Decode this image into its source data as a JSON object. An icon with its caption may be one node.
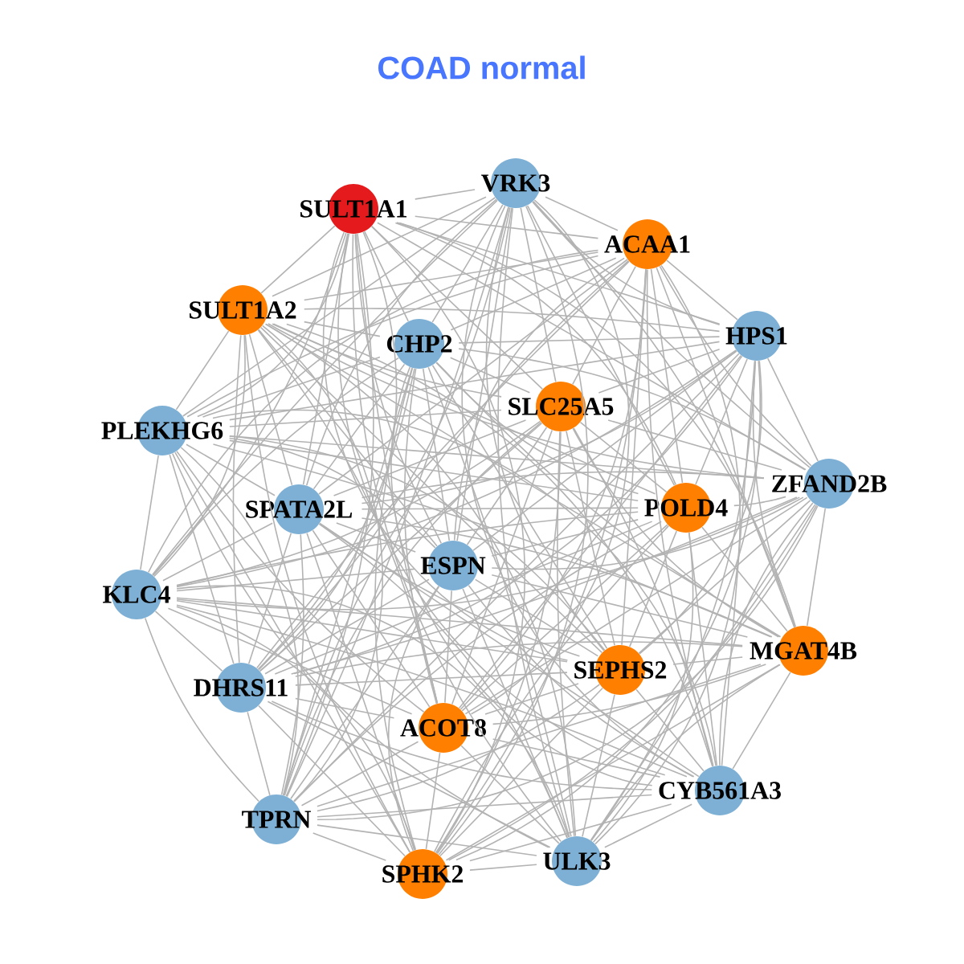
{
  "diagram": {
    "title": "COAD normal",
    "nodes": [
      {
        "text": [
          "VRK3"
        ]
      },
      {
        "text": [
          "SULT1A1"
        ]
      },
      {
        "text": [
          "ACAA1"
        ]
      },
      {
        "text": [
          "SULT1A2"
        ]
      },
      {
        "text": [
          "HPS1"
        ]
      },
      {
        "text": [
          "CHP2"
        ]
      },
      {
        "text": [
          "SLC25A5"
        ]
      },
      {
        "text": [
          "PLEKHG6"
        ]
      },
      {
        "text": [
          "ZFAND2B"
        ]
      },
      {
        "text": [
          "POLD4"
        ]
      },
      {
        "text": [
          "SPATA2L"
        ]
      },
      {
        "text": [
          "ESPN"
        ]
      },
      {
        "text": [
          "KLC4"
        ]
      },
      {
        "text": [
          "MGAT4B"
        ]
      },
      {
        "text": [
          "SEPHS2"
        ]
      },
      {
        "text": [
          "DHRS11"
        ]
      },
      {
        "text": [
          "ACOT8"
        ]
      },
      {
        "text": [
          "CYB561A3"
        ]
      },
      {
        "text": [
          "TPRN"
        ]
      },
      {
        "text": [
          "ULK3"
        ]
      },
      {
        "text": [
          "SPHK2"
        ]
      }
    ],
    "edges": [
      {
        "from": 0,
        "to": 1,
        "arrow": "none"
      },
      {
        "from": 0,
        "to": 2,
        "arrow": "none"
      },
      {
        "from": 0,
        "to": 3,
        "arrow": "none"
      },
      {
        "from": 0,
        "to": 4,
        "arrow": "none"
      },
      {
        "from": 0,
        "to": 5,
        "arrow": "none"
      },
      {
        "from": 0,
        "to": 6,
        "arrow": "none"
      },
      {
        "from": 0,
        "to": 7,
        "arrow": "none"
      },
      {
        "from": 0,
        "to": 8,
        "arrow": "none"
      },
      {
        "from": 0,
        "to": 9,
        "arrow": "none"
      },
      {
        "from": 0,
        "to": 10,
        "arrow": "none"
      },
      {
        "from": 0,
        "to": 11,
        "arrow": "none"
      },
      {
        "from": 0,
        "to": 12,
        "arrow": "none"
      },
      {
        "from": 0,
        "to": 13,
        "arrow": "none"
      },
      {
        "from": 0,
        "to": 14,
        "arrow": "none"
      },
      {
        "from": 0,
        "to": 15,
        "arrow": "none"
      },
      {
        "from": 0,
        "to": 16,
        "arrow": "none"
      },
      {
        "from": 0,
        "to": 17,
        "arrow": "none"
      },
      {
        "from": 0,
        "to": 18,
        "arrow": "none"
      },
      {
        "from": 0,
        "to": 19,
        "arrow": "none"
      },
      {
        "from": 0,
        "to": 20,
        "arrow": "none"
      },
      {
        "from": 1,
        "to": 2,
        "arrow": "none"
      },
      {
        "from": 1,
        "to": 3,
        "arrow": "none"
      },
      {
        "from": 1,
        "to": 4,
        "arrow": "none"
      },
      {
        "from": 1,
        "to": 5,
        "arrow": "none"
      },
      {
        "from": 1,
        "to": 6,
        "arrow": "none"
      },
      {
        "from": 1,
        "to": 7,
        "arrow": "none"
      },
      {
        "from": 1,
        "to": 8,
        "arrow": "none"
      },
      {
        "from": 1,
        "to": 9,
        "arrow": "none"
      },
      {
        "from": 1,
        "to": 10,
        "arrow": "none"
      },
      {
        "from": 1,
        "to": 11,
        "arrow": "none"
      },
      {
        "from": 1,
        "to": 12,
        "arrow": "none"
      },
      {
        "from": 1,
        "to": 13,
        "arrow": "none"
      },
      {
        "from": 1,
        "to": 14,
        "arrow": "none"
      },
      {
        "from": 1,
        "to": 15,
        "arrow": "none"
      },
      {
        "from": 1,
        "to": 16,
        "arrow": "none"
      },
      {
        "from": 1,
        "to": 17,
        "arrow": "none"
      },
      {
        "from": 1,
        "to": 18,
        "arrow": "none"
      },
      {
        "from": 1,
        "to": 19,
        "arrow": "none"
      },
      {
        "from": 1,
        "to": 20,
        "arrow": "none"
      },
      {
        "from": 2,
        "to": 3,
        "arrow": "none"
      },
      {
        "from": 2,
        "to": 4,
        "arrow": "none"
      },
      {
        "from": 2,
        "to": 5,
        "arrow": "none"
      },
      {
        "from": 2,
        "to": 6,
        "arrow": "none"
      },
      {
        "from": 2,
        "to": 7,
        "arrow": "none"
      },
      {
        "from": 2,
        "to": 8,
        "arrow": "none"
      },
      {
        "from": 2,
        "to": 9,
        "arrow": "none"
      },
      {
        "from": 2,
        "to": 10,
        "arrow": "none"
      },
      {
        "from": 2,
        "to": 11,
        "arrow": "none"
      },
      {
        "from": 2,
        "to": 12,
        "arrow": "none"
      },
      {
        "from": 2,
        "to": 13,
        "arrow": "none"
      },
      {
        "from": 2,
        "to": 14,
        "arrow": "none"
      },
      {
        "from": 2,
        "to": 15,
        "arrow": "none"
      },
      {
        "from": 2,
        "to": 16,
        "arrow": "none"
      },
      {
        "from": 2,
        "to": 17,
        "arrow": "none"
      },
      {
        "from": 2,
        "to": 18,
        "arrow": "none"
      },
      {
        "from": 2,
        "to": 19,
        "arrow": "none"
      },
      {
        "from": 2,
        "to": 20,
        "arrow": "none"
      },
      {
        "from": 3,
        "to": 4,
        "arrow": "none"
      },
      {
        "from": 3,
        "to": 5,
        "arrow": "none"
      },
      {
        "from": 3,
        "to": 6,
        "arrow": "none"
      },
      {
        "from": 3,
        "to": 7,
        "arrow": "none"
      },
      {
        "from": 3,
        "to": 8,
        "arrow": "none"
      },
      {
        "from": 3,
        "to": 9,
        "arrow": "none"
      },
      {
        "from": 3,
        "to": 10,
        "arrow": "none"
      },
      {
        "from": 3,
        "to": 11,
        "arrow": "none"
      },
      {
        "from": 3,
        "to": 12,
        "arrow": "none"
      },
      {
        "from": 3,
        "to": 13,
        "arrow": "none"
      },
      {
        "from": 3,
        "to": 14,
        "arrow": "none"
      },
      {
        "from": 3,
        "to": 15,
        "arrow": "none"
      },
      {
        "from": 3,
        "to": 16,
        "arrow": "none"
      },
      {
        "from": 3,
        "to": 17,
        "arrow": "none"
      },
      {
        "from": 3,
        "to": 18,
        "arrow": "none"
      },
      {
        "from": 3,
        "to": 19,
        "arrow": "none"
      },
      {
        "from": 3,
        "to": 20,
        "arrow": "none"
      },
      {
        "from": 4,
        "to": 5,
        "arrow": "none"
      },
      {
        "from": 4,
        "to": 6,
        "arrow": "none"
      },
      {
        "from": 4,
        "to": 7,
        "arrow": "none"
      },
      {
        "from": 4,
        "to": 8,
        "arrow": "none"
      },
      {
        "from": 4,
        "to": 9,
        "arrow": "none"
      },
      {
        "from": 4,
        "to": 10,
        "arrow": "none"
      },
      {
        "from": 4,
        "to": 11,
        "arrow": "none"
      },
      {
        "from": 4,
        "to": 12,
        "arrow": "none"
      },
      {
        "from": 4,
        "to": 13,
        "arrow": "none"
      },
      {
        "from": 4,
        "to": 14,
        "arrow": "none"
      },
      {
        "from": 4,
        "to": 15,
        "arrow": "none"
      },
      {
        "from": 4,
        "to": 16,
        "arrow": "none"
      },
      {
        "from": 4,
        "to": 17,
        "arrow": "none"
      },
      {
        "from": 4,
        "to": 18,
        "arrow": "none"
      },
      {
        "from": 4,
        "to": 19,
        "arrow": "none"
      },
      {
        "from": 4,
        "to": 20,
        "arrow": "none"
      },
      {
        "from": 5,
        "to": 6,
        "arrow": "none"
      },
      {
        "from": 5,
        "to": 7,
        "arrow": "none"
      },
      {
        "from": 5,
        "to": 8,
        "arrow": "none"
      },
      {
        "from": 5,
        "to": 9,
        "arrow": "none"
      },
      {
        "from": 5,
        "to": 10,
        "arrow": "none"
      },
      {
        "from": 5,
        "to": 11,
        "arrow": "none"
      },
      {
        "from": 5,
        "to": 12,
        "arrow": "none"
      },
      {
        "from": 5,
        "to": 13,
        "arrow": "none"
      },
      {
        "from": 5,
        "to": 14,
        "arrow": "none"
      },
      {
        "from": 5,
        "to": 15,
        "arrow": "none"
      },
      {
        "from": 5,
        "to": 16,
        "arrow": "none"
      },
      {
        "from": 5,
        "to": 17,
        "arrow": "none"
      },
      {
        "from": 5,
        "to": 18,
        "arrow": "none"
      },
      {
        "from": 5,
        "to": 19,
        "arrow": "none"
      },
      {
        "from": 5,
        "to": 20,
        "arrow": "none"
      },
      {
        "from": 6,
        "to": 7,
        "arrow": "none"
      },
      {
        "from": 6,
        "to": 8,
        "arrow": "none"
      },
      {
        "from": 6,
        "to": 9,
        "arrow": "none"
      },
      {
        "from": 6,
        "to": 10,
        "arrow": "none"
      },
      {
        "from": 6,
        "to": 11,
        "arrow": "none"
      },
      {
        "from": 6,
        "to": 12,
        "arrow": "none"
      },
      {
        "from": 6,
        "to": 13,
        "arrow": "none"
      },
      {
        "from": 6,
        "to": 14,
        "arrow": "none"
      },
      {
        "from": 6,
        "to": 15,
        "arrow": "none"
      },
      {
        "from": 6,
        "to": 16,
        "arrow": "none"
      },
      {
        "from": 6,
        "to": 17,
        "arrow": "none"
      },
      {
        "from": 6,
        "to": 18,
        "arrow": "none"
      },
      {
        "from": 6,
        "to": 19,
        "arrow": "none"
      },
      {
        "from": 6,
        "to": 20,
        "arrow": "none"
      },
      {
        "from": 7,
        "to": 8,
        "arrow": "none"
      },
      {
        "from": 7,
        "to": 9,
        "arrow": "none"
      },
      {
        "from": 7,
        "to": 10,
        "arrow": "none"
      },
      {
        "from": 7,
        "to": 11,
        "arrow": "none"
      },
      {
        "from": 7,
        "to": 12,
        "arrow": "none"
      },
      {
        "from": 7,
        "to": 13,
        "arrow": "none"
      },
      {
        "from": 7,
        "to": 14,
        "arrow": "none"
      },
      {
        "from": 7,
        "to": 15,
        "arrow": "none"
      },
      {
        "from": 7,
        "to": 16,
        "arrow": "none"
      },
      {
        "from": 7,
        "to": 17,
        "arrow": "none"
      },
      {
        "from": 7,
        "to": 18,
        "arrow": "none"
      },
      {
        "from": 7,
        "to": 19,
        "arrow": "none"
      },
      {
        "from": 7,
        "to": 20,
        "arrow": "none"
      },
      {
        "from": 8,
        "to": 9,
        "arrow": "none"
      },
      {
        "from": 8,
        "to": 10,
        "arrow": "none"
      },
      {
        "from": 8,
        "to": 11,
        "arrow": "none"
      },
      {
        "from": 8,
        "to": 12,
        "arrow": "none"
      },
      {
        "from": 8,
        "to": 13,
        "arrow": "none"
      },
      {
        "from": 8,
        "to": 14,
        "arrow": "none"
      },
      {
        "from": 8,
        "to": 15,
        "arrow": "none"
      },
      {
        "from": 8,
        "to": 16,
        "arrow": "none"
      },
      {
        "from": 8,
        "to": 17,
        "arrow": "none"
      },
      {
        "from": 8,
        "to": 18,
        "arrow": "none"
      },
      {
        "from": 8,
        "to": 19,
        "arrow": "none"
      },
      {
        "from": 8,
        "to": 20,
        "arrow": "none"
      },
      {
        "from": 9,
        "to": 10,
        "arrow": "none"
      },
      {
        "from": 9,
        "to": 11,
        "arrow": "none"
      },
      {
        "from": 9,
        "to": 12,
        "arrow": "none"
      },
      {
        "from": 9,
        "to": 13,
        "arrow": "none"
      },
      {
        "from": 9,
        "to": 14,
        "arrow": "none"
      },
      {
        "from": 9,
        "to": 15,
        "arrow": "none"
      },
      {
        "from": 9,
        "to": 16,
        "arrow": "none"
      },
      {
        "from": 9,
        "to": 17,
        "arrow": "none"
      },
      {
        "from": 9,
        "to": 18,
        "arrow": "none"
      },
      {
        "from": 9,
        "to": 19,
        "arrow": "none"
      },
      {
        "from": 9,
        "to": 20,
        "arrow": "none"
      },
      {
        "from": 10,
        "to": 11,
        "arrow": "none"
      },
      {
        "from": 10,
        "to": 12,
        "arrow": "none"
      },
      {
        "from": 10,
        "to": 13,
        "arrow": "none"
      },
      {
        "from": 10,
        "to": 14,
        "arrow": "none"
      },
      {
        "from": 10,
        "to": 15,
        "arrow": "none"
      },
      {
        "from": 10,
        "to": 16,
        "arrow": "none"
      },
      {
        "from": 10,
        "to": 17,
        "arrow": "none"
      },
      {
        "from": 10,
        "to": 18,
        "arrow": "none"
      },
      {
        "from": 10,
        "to": 19,
        "arrow": "none"
      },
      {
        "from": 10,
        "to": 20,
        "arrow": "none"
      },
      {
        "from": 11,
        "to": 12,
        "arrow": "none"
      },
      {
        "from": 11,
        "to": 13,
        "arrow": "none"
      },
      {
        "from": 11,
        "to": 14,
        "arrow": "none"
      },
      {
        "from": 11,
        "to": 15,
        "arrow": "none"
      },
      {
        "from": 11,
        "to": 16,
        "arrow": "none"
      },
      {
        "from": 11,
        "to": 17,
        "arrow": "none"
      },
      {
        "from": 11,
        "to": 18,
        "arrow": "none"
      },
      {
        "from": 11,
        "to": 19,
        "arrow": "none"
      },
      {
        "from": 11,
        "to": 20,
        "arrow": "none"
      },
      {
        "from": 12,
        "to": 13,
        "arrow": "none"
      },
      {
        "from": 12,
        "to": 14,
        "arrow": "none"
      },
      {
        "from": 12,
        "to": 15,
        "arrow": "none"
      },
      {
        "from": 12,
        "to": 16,
        "arrow": "none"
      },
      {
        "from": 12,
        "to": 17,
        "arrow": "none"
      },
      {
        "from": 12,
        "to": 18,
        "arrow": "none"
      },
      {
        "from": 12,
        "to": 19,
        "arrow": "none"
      },
      {
        "from": 12,
        "to": 20,
        "arrow": "none"
      },
      {
        "from": 13,
        "to": 14,
        "arrow": "none"
      },
      {
        "from": 13,
        "to": 15,
        "arrow": "none"
      },
      {
        "from": 13,
        "to": 16,
        "arrow": "none"
      },
      {
        "from": 13,
        "to": 17,
        "arrow": "none"
      },
      {
        "from": 13,
        "to": 18,
        "arrow": "none"
      },
      {
        "from": 13,
        "to": 19,
        "arrow": "none"
      },
      {
        "from": 13,
        "to": 20,
        "arrow": "none"
      },
      {
        "from": 14,
        "to": 15,
        "arrow": "none"
      },
      {
        "from": 14,
        "to": 16,
        "arrow": "none"
      },
      {
        "from": 14,
        "to": 17,
        "arrow": "none"
      },
      {
        "from": 14,
        "to": 18,
        "arrow": "none"
      },
      {
        "from": 14,
        "to": 19,
        "arrow": "none"
      },
      {
        "from": 14,
        "to": 20,
        "arrow": "none"
      },
      {
        "from": 15,
        "to": 16,
        "arrow": "none"
      },
      {
        "from": 15,
        "to": 17,
        "arrow": "none"
      },
      {
        "from": 15,
        "to": 18,
        "arrow": "none"
      },
      {
        "from": 15,
        "to": 19,
        "arrow": "none"
      },
      {
        "from": 15,
        "to": 20,
        "arrow": "none"
      },
      {
        "from": 16,
        "to": 17,
        "arrow": "none"
      },
      {
        "from": 16,
        "to": 18,
        "arrow": "none"
      },
      {
        "from": 16,
        "to": 19,
        "arrow": "none"
      },
      {
        "from": 16,
        "to": 20,
        "arrow": "none"
      },
      {
        "from": 17,
        "to": 18,
        "arrow": "none"
      },
      {
        "from": 17,
        "to": 19,
        "arrow": "none"
      },
      {
        "from": 17,
        "to": 20,
        "arrow": "none"
      },
      {
        "from": 18,
        "to": 19,
        "arrow": "none"
      },
      {
        "from": 18,
        "to": 20,
        "arrow": "none"
      },
      {
        "from": 19,
        "to": 20,
        "arrow": "none"
      }
    ]
  }
}
